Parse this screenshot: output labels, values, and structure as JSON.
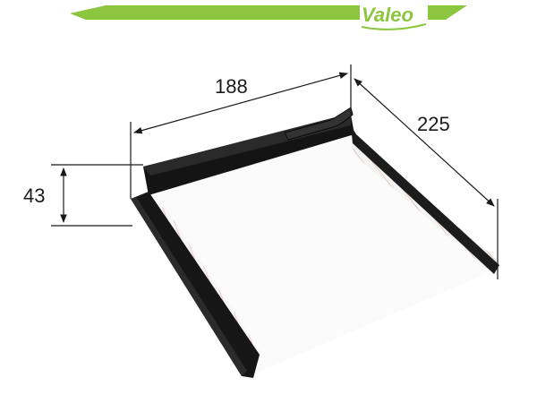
{
  "brand": {
    "logo_text": "Valeo",
    "accent_color": "#8cc63f"
  },
  "dimensions": {
    "width_label": "188",
    "depth_label": "225",
    "height_label": "43"
  },
  "colors": {
    "frame": "#141414",
    "pleats": "#f4f4f4",
    "pleat_shadow": "#e9c9c2",
    "line": "#1a1a1a"
  }
}
